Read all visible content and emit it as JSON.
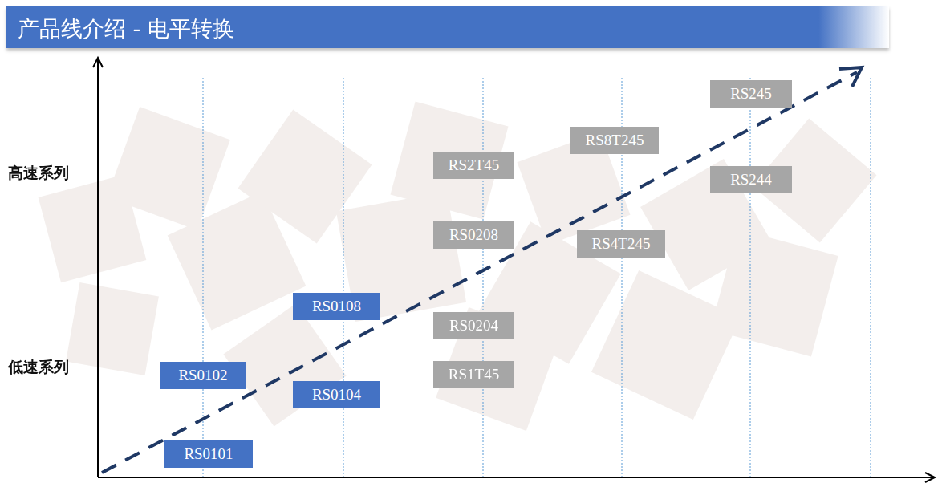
{
  "diagram": {
    "title": "产品线介绍 - 电平转换",
    "nodes": [
      {
        "text": [
          "RS245"
        ]
      },
      {
        "text": [
          "RS8T245"
        ]
      },
      {
        "text": [
          "RS2T45"
        ]
      },
      {
        "text": [
          "RS244"
        ]
      },
      {
        "text": [
          "RS0208"
        ]
      },
      {
        "text": [
          "RS4T245"
        ]
      },
      {
        "text": [
          "RS0108"
        ]
      },
      {
        "text": [
          "RS0204"
        ]
      },
      {
        "text": [
          "RS1T45"
        ]
      },
      {
        "text": [
          "RS0102"
        ]
      },
      {
        "text": [
          "RS0104"
        ]
      },
      {
        "text": [
          "RS0101"
        ]
      }
    ],
    "edges": [],
    "labels": [
      "高速系列",
      "低速系列"
    ]
  }
}
